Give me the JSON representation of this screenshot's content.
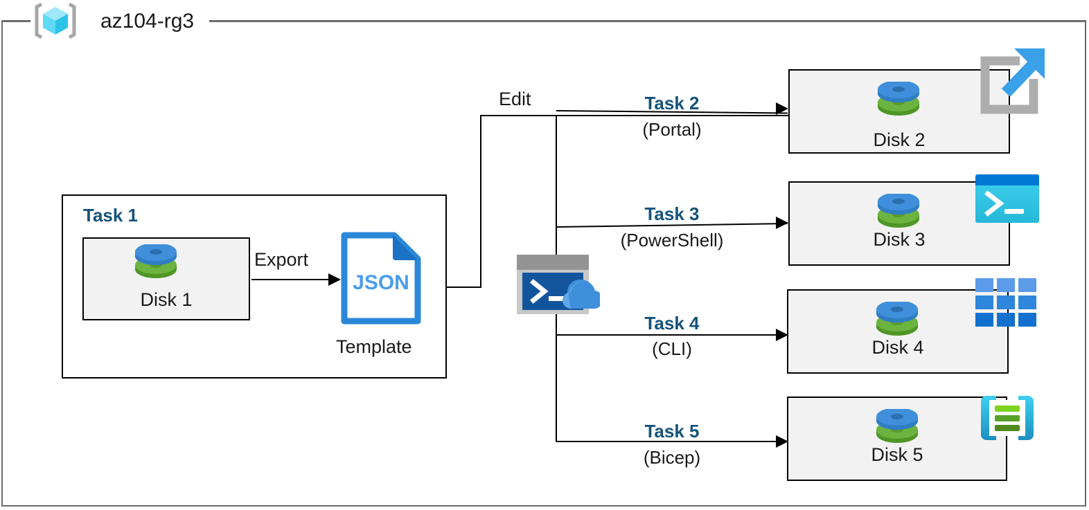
{
  "resource_group": {
    "name": "az104-rg3",
    "icon": "azure-resource-group-icon"
  },
  "task1": {
    "label": "Task 1",
    "disk": {
      "caption": "Disk 1",
      "icon": "managed-disk-icon"
    },
    "export_label": "Export",
    "template": {
      "file_type": "JSON",
      "caption": "Template",
      "icon": "json-file-icon"
    }
  },
  "edit": {
    "label": "Edit",
    "icon": "cloud-shell-icon"
  },
  "branches": [
    {
      "task_label": "Task 2",
      "tool_label": "(Portal)",
      "disk_caption": "Disk 2",
      "disk_icon": "managed-disk-icon",
      "tool_icon": "azure-portal-icon"
    },
    {
      "task_label": "Task 3",
      "tool_label": "(PowerShell)",
      "disk_caption": "Disk 3",
      "disk_icon": "managed-disk-icon",
      "tool_icon": "powershell-icon"
    },
    {
      "task_label": "Task 4",
      "tool_label": "(CLI)",
      "disk_caption": "Disk 4",
      "disk_icon": "managed-disk-icon",
      "tool_icon": "azure-cli-icon"
    },
    {
      "task_label": "Task 5",
      "tool_label": "(Bicep)",
      "disk_caption": "Disk 5",
      "disk_icon": "managed-disk-icon",
      "tool_icon": "bicep-icon"
    }
  ],
  "colors": {
    "task_blue": "#14537a",
    "frame_gray": "#6b6b6b",
    "box_fill": "#f2f2f2",
    "box_border": "#000000",
    "disk_blue": "#3f8fdb",
    "disk_green": "#6db33f",
    "json_blue": "#2b88d8",
    "cyan": "#32c5e8",
    "portal_gray": "#a6a6a6",
    "portal_arrow": "#3aa0e8"
  }
}
